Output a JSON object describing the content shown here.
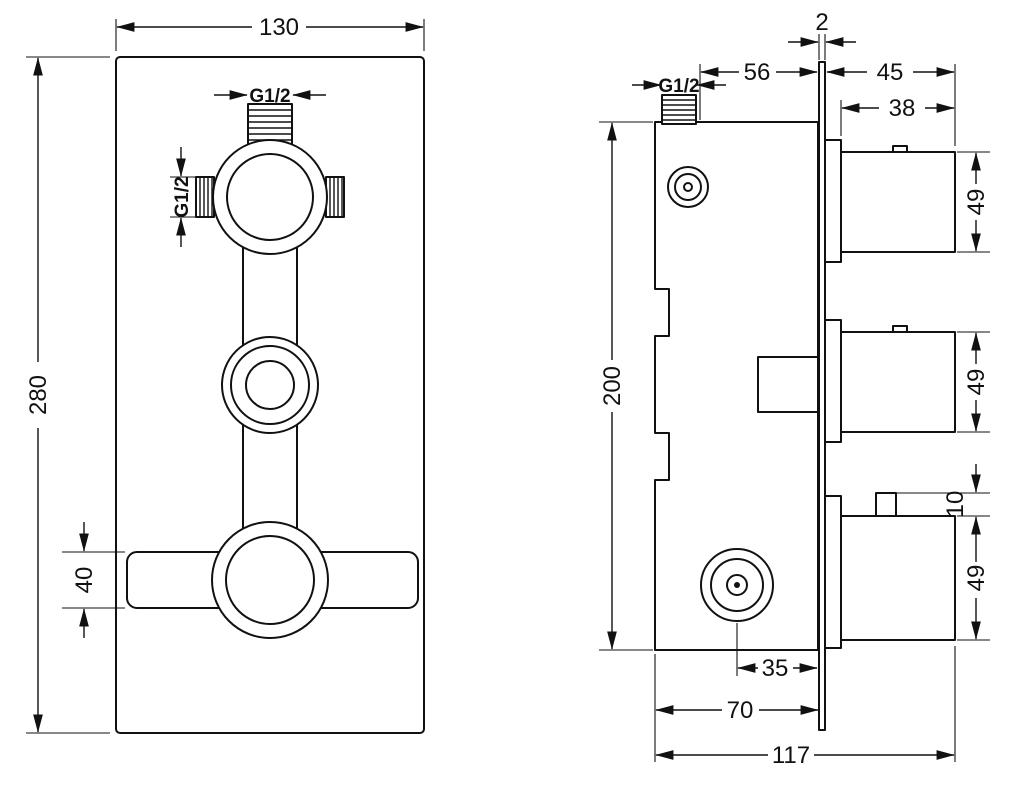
{
  "colors": {
    "line": "#111111",
    "background": "#ffffff"
  },
  "front_view": {
    "width": "130",
    "height": "280",
    "top_thread": "G1/2",
    "side_thread": "G1/2",
    "lever_height": "40"
  },
  "side_view": {
    "plate_thickness": "2",
    "body_depth": "56",
    "knob_total_depth": "45",
    "knob_depth": "38",
    "thread": "G1/2",
    "knob_height_top": "49",
    "knob_height_middle": "49",
    "stem_height": "10",
    "knob_height_bottom": "49",
    "body_height": "200",
    "outlet_to_plate": "35",
    "body_to_plate": "70",
    "overall_depth": "117"
  }
}
